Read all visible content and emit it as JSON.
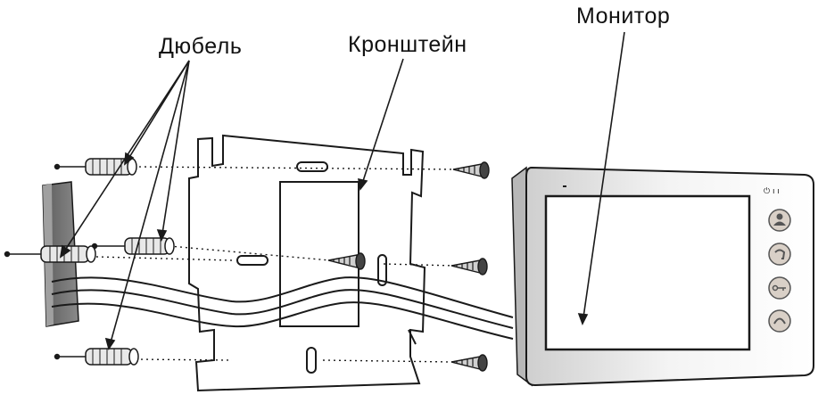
{
  "labels": {
    "dowel": "Дюбель",
    "bracket": "Кронштейн",
    "monitor": "Монитор"
  },
  "monitor_buttons": [
    {
      "icon": "person-icon"
    },
    {
      "icon": "phone-hangup-icon"
    },
    {
      "icon": "key-icon"
    },
    {
      "icon": "phone-icon"
    }
  ],
  "colors": {
    "line": "#1a1a1a",
    "wall_dark": "#6e6e6e",
    "wall_light": "#bdbdbd",
    "button_fill": "#d9d0c7"
  }
}
